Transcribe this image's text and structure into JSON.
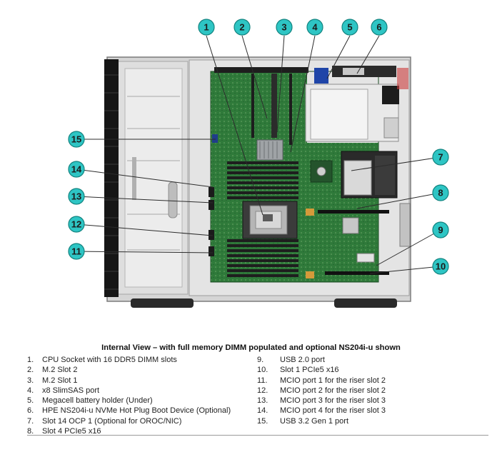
{
  "caption": "Internal View – with full memory DIMM populated and optional NS204i-u shown",
  "legend": [
    {
      "num": "1.",
      "text": "CPU Socket with 16 DDR5 DIMM slots"
    },
    {
      "num": "2.",
      "text": "M.2 Slot 2"
    },
    {
      "num": "3.",
      "text": "M.2 Slot 1"
    },
    {
      "num": "4.",
      "text": "x8 SlimSAS port"
    },
    {
      "num": "5.",
      "text": "Megacell battery holder (Under)"
    },
    {
      "num": "6.",
      "text": "HPE NS204i-u NVMe Hot Plug Boot Device (Optional)"
    },
    {
      "num": "7.",
      "text": "Slot 14 OCP 1 (Optional for OROC/NIC)"
    },
    {
      "num": "8.",
      "text": "Slot 4 PCIe5 x16"
    },
    {
      "num": "9.",
      "text": "USB 2.0 port"
    },
    {
      "num": "10.",
      "text": "Slot 1 PCIe5 x16"
    },
    {
      "num": "11.",
      "text": "MCIO port 1 for the riser slot 2"
    },
    {
      "num": "12.",
      "text": "MCIO port 2 for the riser slot 2"
    },
    {
      "num": "13.",
      "text": "MCIO port 3 for the riser slot 3"
    },
    {
      "num": "14.",
      "text": "MCIO port 4 for the riser slot 3"
    },
    {
      "num": "15.",
      "text": "USB 3.2 Gen 1 port"
    }
  ],
  "callouts": [
    "1",
    "2",
    "3",
    "4",
    "5",
    "6",
    "7",
    "8",
    "9",
    "10",
    "11",
    "12",
    "13",
    "14",
    "15"
  ],
  "colors": {
    "callout_fill": "#2ec5c4",
    "callout_stroke": "#12837f",
    "board_green": "#2f7a3a",
    "chassis_gray": "#c9c9c9",
    "bezel_black": "#161616"
  }
}
